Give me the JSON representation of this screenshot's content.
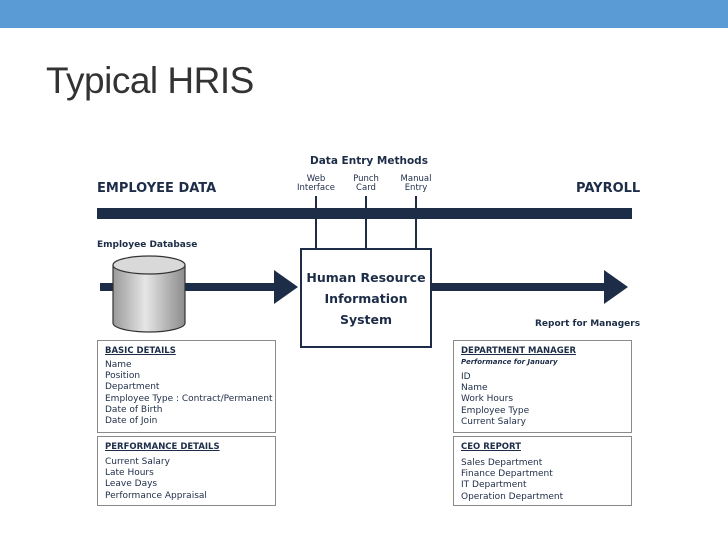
{
  "slide": {
    "title": "Typical HRIS",
    "accent_color": "#5b9bd5"
  },
  "diagram": {
    "employee_data": "EMPLOYEE DATA",
    "payroll": "PAYROLL",
    "data_entry_title": "Data Entry Methods",
    "entry_methods": [
      {
        "line1": "Web",
        "line2": "Interface"
      },
      {
        "line1": "Punch",
        "line2": "Card"
      },
      {
        "line1": "Manual",
        "line2": "Entry"
      }
    ],
    "employee_database": "Employee Database",
    "hris_box": [
      "Human Resource",
      "Information",
      "System"
    ],
    "report_for_managers": "Report for Managers",
    "basic_details": {
      "title": "BASIC DETAILS",
      "items": [
        "Name",
        "Position",
        "Department",
        "Employee Type : Contract/Permanent",
        "Date of Birth",
        "Date of Join"
      ]
    },
    "performance_details": {
      "title": "PERFORMANCE DETAILS",
      "items": [
        "Current Salary",
        "Late Hours",
        "Leave Days",
        "Performance Appraisal"
      ]
    },
    "department_manager": {
      "title": "DEPARTMENT MANAGER",
      "subtitle": "Performance for January",
      "items": [
        "ID",
        "Name",
        "Work Hours",
        "Employee Type",
        "Current Salary"
      ]
    },
    "ceo_report": {
      "title": "CEO REPORT",
      "items": [
        "Sales Department",
        "Finance Department",
        "IT Department",
        "Operation Department"
      ]
    },
    "colors": {
      "ink": "#1d2d47",
      "panel_border": "#8a8a8a"
    }
  }
}
